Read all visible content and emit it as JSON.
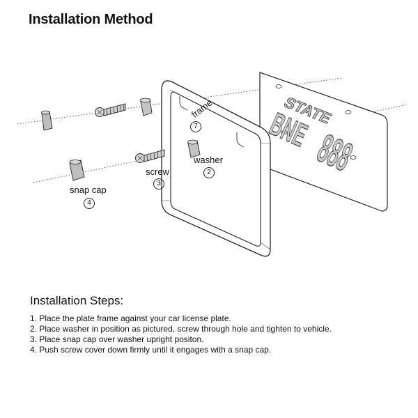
{
  "title": "Installation Method",
  "plate": {
    "state": "STATE",
    "left_text": "BNE",
    "right_text": "888"
  },
  "labels": {
    "frame": {
      "text": "frame",
      "num": "7"
    },
    "washer": {
      "text": "washer",
      "num": "2"
    },
    "screw": {
      "text": "screw",
      "num": "3"
    },
    "snap_cap": {
      "text": "snap cap",
      "num": "4"
    }
  },
  "steps_heading": "Installation Steps:",
  "steps": [
    "1. Place the plate frame against your car license plate.",
    "2. Place washer in position as pictured, screw through hole and tighten to vehicle.",
    "3. Place snap cap over washer upright positon.",
    "4. Push screw cover down firmly until it engages with a snap cap."
  ]
}
